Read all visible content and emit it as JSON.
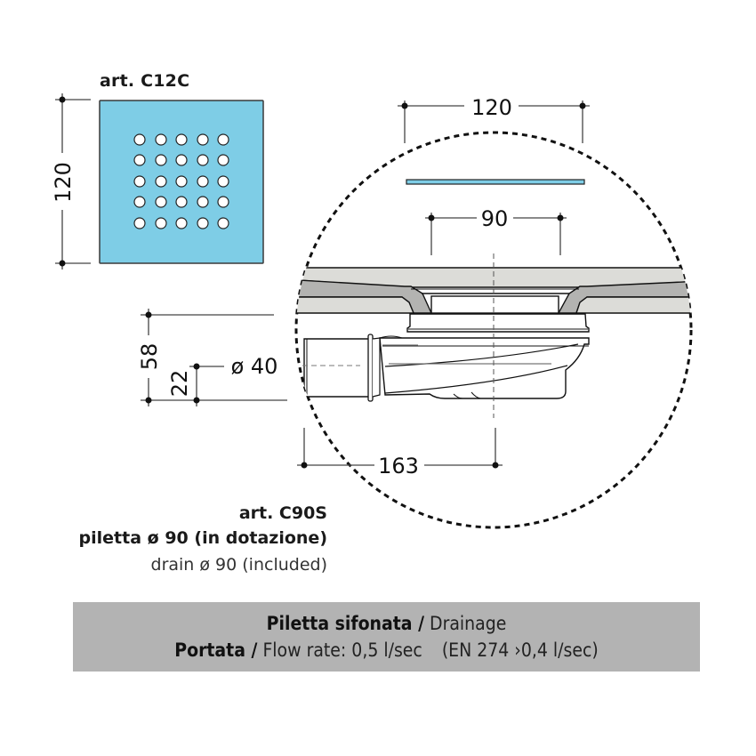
{
  "grate": {
    "title": "art. C12C",
    "height_dim": "120",
    "color": "#7ecde6",
    "hole_rows": 5,
    "hole_cols": 5
  },
  "top_view": {
    "width_dim": "120",
    "inner_dim": "90",
    "plate_color": "#7ecde6"
  },
  "section": {
    "height_dim": "58",
    "outlet_height_dim": "22",
    "outlet_diameter_dim": "ø 40",
    "length_dim": "163",
    "tray_color_light": "#dcdcd8",
    "tray_color_dark": "#b3b3b1"
  },
  "caption": {
    "article": "art. C90S",
    "italian": "piletta ø 90 (in dotazione)",
    "english": "drain ø 90 (included)"
  },
  "banner": {
    "color": "#b3b3b3",
    "line1_bold": "Piletta sifonata /",
    "line1_light": "Drainage",
    "line2_bold": "Portata /",
    "line2_light": "Flow rate: 0,5 l/sec",
    "line2_norm": "(EN 274 ›0,4 l/sec)"
  }
}
